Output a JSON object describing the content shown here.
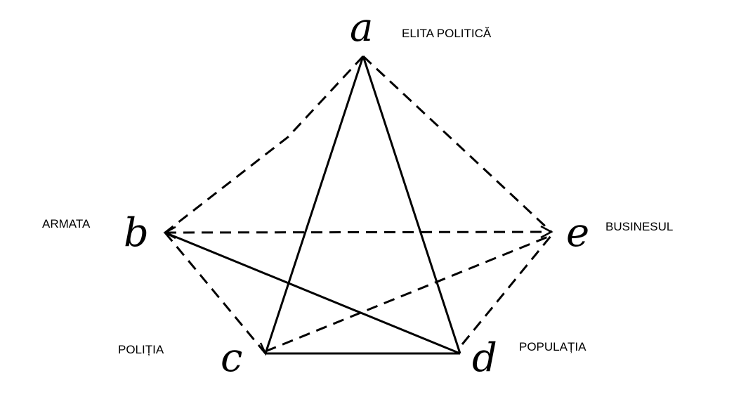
{
  "nodes": {
    "a": {
      "letter": "a",
      "label": "ELITA POLITICĂ"
    },
    "b": {
      "letter": "b",
      "label": "ARMATA"
    },
    "c": {
      "letter": "c",
      "label": "POLIȚIA"
    },
    "d": {
      "letter": "d",
      "label": "POPULAȚIA"
    },
    "e": {
      "letter": "e",
      "label": "BUSINESUL"
    }
  },
  "edges": {
    "solid": [
      [
        "a",
        "c"
      ],
      [
        "a",
        "d"
      ],
      [
        "c",
        "d"
      ],
      [
        "b",
        "d"
      ]
    ],
    "dashed": [
      [
        "a",
        "b"
      ],
      [
        "a",
        "e"
      ],
      [
        "b",
        "e"
      ],
      [
        "b",
        "c"
      ],
      [
        "c",
        "e"
      ],
      [
        "d",
        "e"
      ]
    ]
  },
  "colors": {
    "line": "#000000",
    "background": "#ffffff"
  }
}
